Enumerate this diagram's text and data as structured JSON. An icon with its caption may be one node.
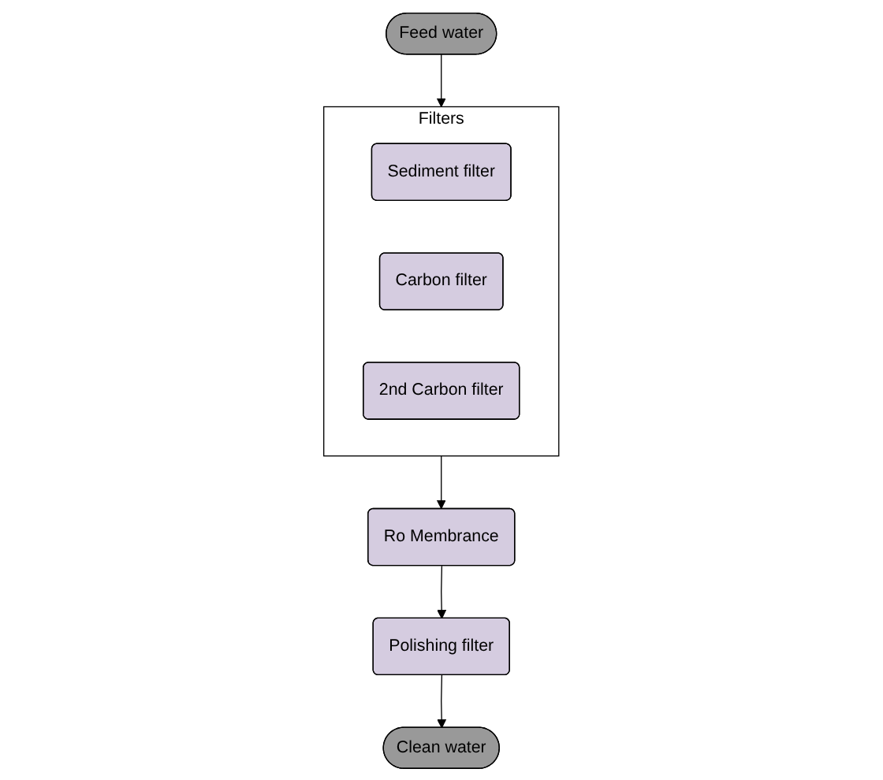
{
  "diagram": {
    "nodes": [
      {
        "text": [
          "Feed water"
        ]
      },
      {
        "text": [
          "Filters"
        ]
      },
      {
        "text": [
          "Sediment filter"
        ],
        "in": 1
      },
      {
        "text": [
          "Carbon filter"
        ],
        "in": 1
      },
      {
        "text": [
          "2nd Carbon filter"
        ],
        "in": 1
      },
      {
        "text": [
          "Ro Membrance"
        ]
      },
      {
        "text": [
          "Polishing filter"
        ]
      },
      {
        "text": [
          "Clean water"
        ]
      }
    ],
    "edges": [
      {
        "from": 0,
        "to": 1,
        "arrow": "to"
      },
      {
        "from": 1,
        "to": 5,
        "arrow": "to"
      },
      {
        "from": 5,
        "to": 6,
        "arrow": "to"
      },
      {
        "from": 6,
        "to": 7,
        "arrow": "to"
      }
    ]
  }
}
